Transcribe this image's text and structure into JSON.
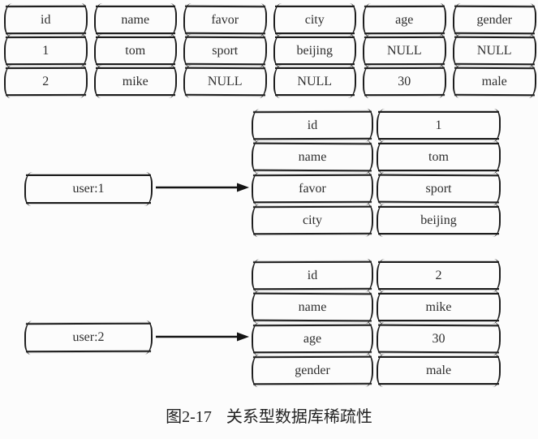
{
  "caption": {
    "label": "图2-17",
    "title": "关系型数据库稀疏性"
  },
  "relational_table": {
    "columns": [
      "id",
      "name",
      "favor",
      "city",
      "age",
      "gender"
    ],
    "rows": [
      [
        "1",
        "tom",
        "sport",
        "beijing",
        "NULL",
        "NULL"
      ],
      [
        "2",
        "mike",
        "NULL",
        "NULL",
        "30",
        "male"
      ]
    ]
  },
  "mappings": [
    {
      "key": "user:1",
      "pairs": [
        {
          "field": "id",
          "value": "1"
        },
        {
          "field": "name",
          "value": "tom"
        },
        {
          "field": "favor",
          "value": "sport"
        },
        {
          "field": "city",
          "value": "beijing"
        }
      ]
    },
    {
      "key": "user:2",
      "pairs": [
        {
          "field": "id",
          "value": "2"
        },
        {
          "field": "name",
          "value": "mike"
        },
        {
          "field": "age",
          "value": "30"
        },
        {
          "field": "gender",
          "value": "male"
        }
      ]
    }
  ],
  "icons": {
    "arrow_right": "→"
  },
  "colors": {
    "ink": "#1d1d1d",
    "paper": "#fcfcfc",
    "text": "#2e2e2e"
  }
}
